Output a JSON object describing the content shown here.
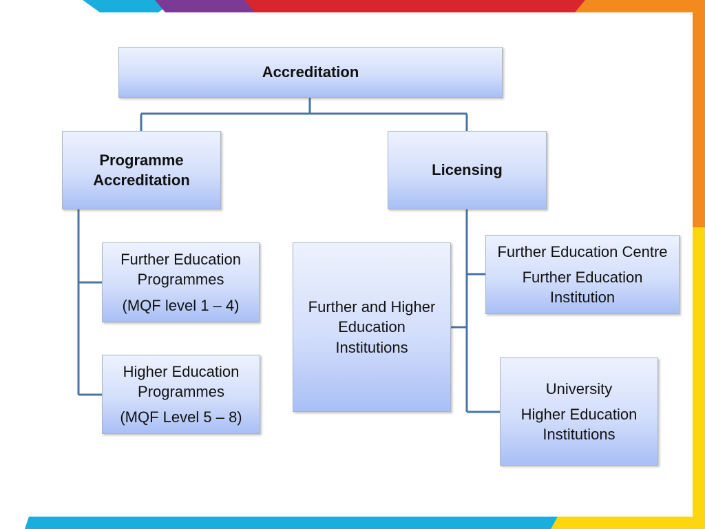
{
  "diagram": {
    "root": {
      "label": "Accreditation"
    },
    "programme_accreditation": {
      "label_line1": "Programme",
      "label_line2": "Accreditation",
      "children": [
        {
          "line1": "Further Education",
          "line2": "Programmes",
          "line3": "(MQF level 1 – 4)"
        },
        {
          "line1": "Higher Education",
          "line2": "Programmes",
          "line3": "(MQF Level  5 – 8)"
        }
      ]
    },
    "middle_box": {
      "line1": "Further and Higher",
      "line2": "Education",
      "line3": "Institutions"
    },
    "licensing": {
      "label": "Licensing",
      "children": [
        {
          "line1": "Further Education Centre",
          "line2": "Further Education",
          "line3": "Institution"
        },
        {
          "line1": "University",
          "line2": "Higher Education",
          "line3": "Institutions"
        }
      ]
    }
  },
  "colors": {
    "connector": "#4a74a6",
    "band_cyan": "#1aaedc",
    "band_purple": "#7a3a96",
    "band_red": "#d8262f",
    "band_orange": "#f38a1f",
    "band_yellow": "#fcd60f"
  }
}
